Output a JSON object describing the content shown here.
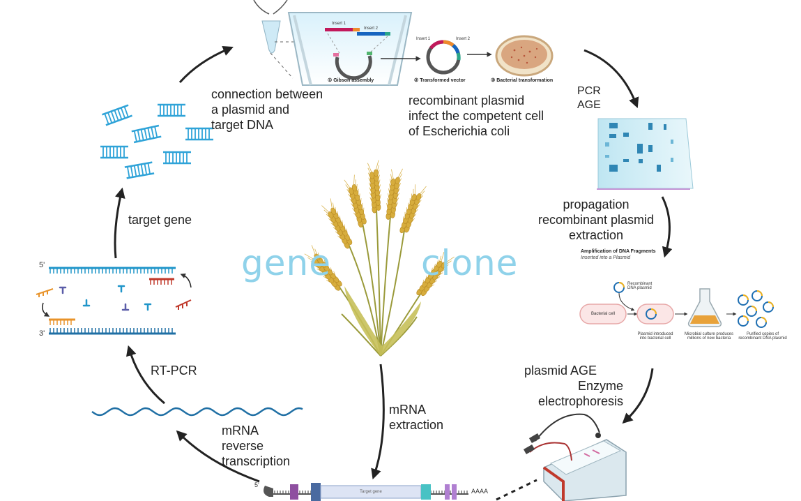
{
  "labels": {
    "connection": [
      "connection between",
      "a plasmid and",
      "target DNA"
    ],
    "recombinant": [
      "recombinant plasmid",
      "infect the competent cell",
      "of Escherichia coli"
    ],
    "pcr": [
      "PCR",
      "AGE"
    ],
    "propagation": [
      "propagation",
      "recombinant plasmid",
      "extraction"
    ],
    "plasmid_age": [
      "plasmid AGE",
      "Enzyme",
      "electrophoresis"
    ],
    "mrna_extraction": [
      "mRNA",
      "extraction"
    ],
    "reverse": [
      "mRNA",
      "reverse",
      "transcription"
    ],
    "rt_pcr": "RT-PCR",
    "target_gene": "target gene",
    "gene": "gene",
    "clone": "clone"
  },
  "gibson": {
    "insert1": "Insert 1",
    "insert2": "Insert 2",
    "step1": "① Gibson assembly",
    "step2": "② Transformed vector",
    "step3": "③ Bacterial transformation",
    "vec_insert1": "Insert 1",
    "vec_insert2": "Insert 2"
  },
  "amplification": {
    "title": "Amplification of DNA Fragments",
    "subtitle": "Inserted into a Plasmid",
    "recombinant_dna": [
      "Recombinant",
      "DNA plasmid"
    ],
    "bacterial_cell": "Bacterial cell",
    "cap1": [
      "Plasmid introduced",
      "into bacterial cell"
    ],
    "cap2": [
      "Microbial culture produces",
      "millions of new bacteria"
    ],
    "cap3": [
      "Purified copies of",
      "recombinant DNA plasmid"
    ]
  },
  "strand": {
    "five_prime": "5'",
    "three_prime": "3'"
  },
  "mrna": {
    "five_prime": "5'",
    "poly_a": "AAAA",
    "gene_box": "Target gene"
  },
  "colors": {
    "accent_blue": "#1f95c9",
    "title_blue": "#8fd2ea",
    "wheat": "#d7ad3d",
    "stem": "#8a8a2a",
    "arrow": "#222222"
  }
}
